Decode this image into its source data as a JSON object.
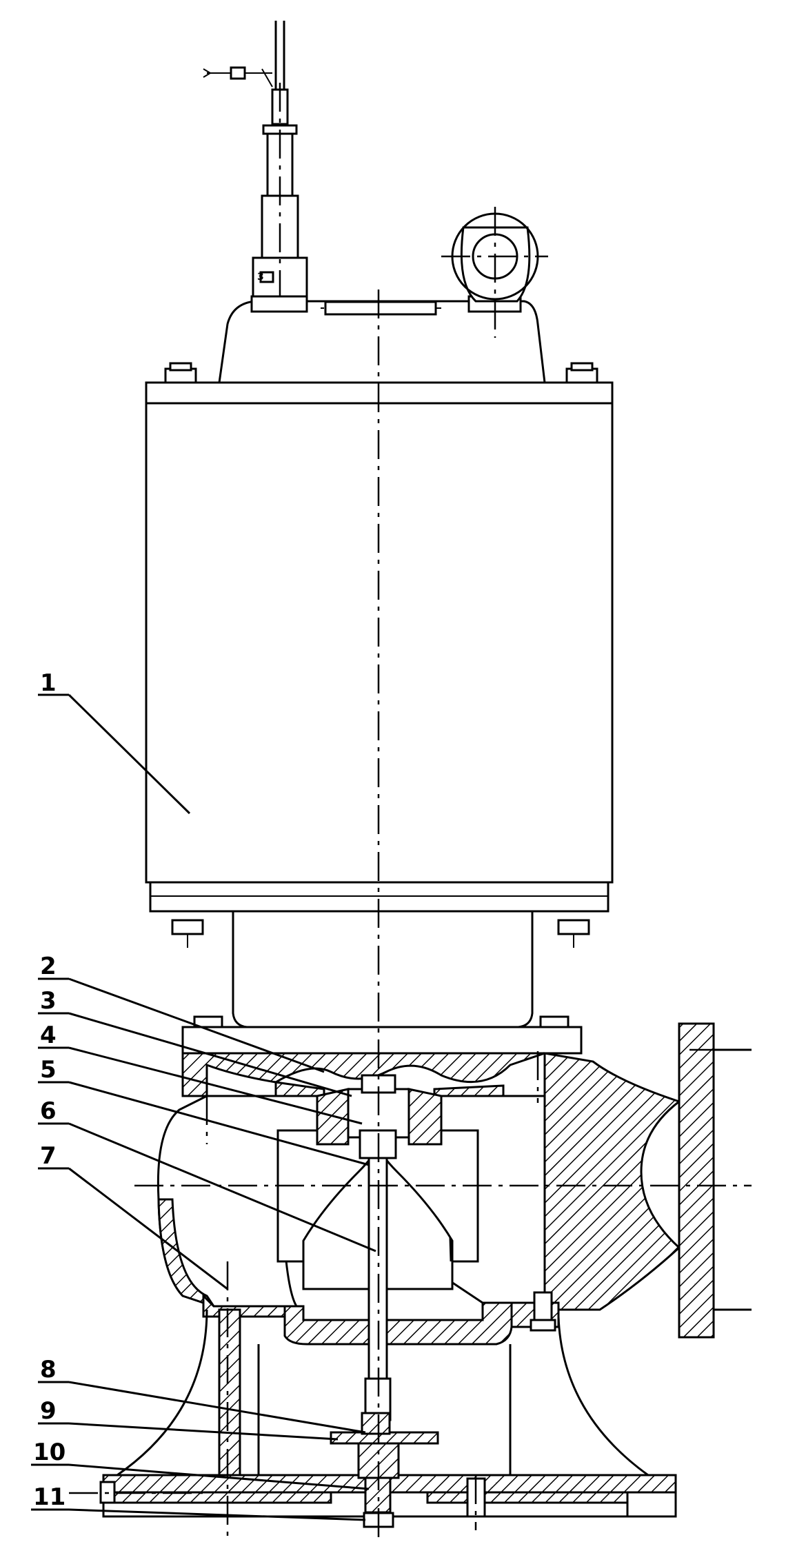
{
  "callouts": [
    {
      "number": "1"
    },
    {
      "number": "2"
    },
    {
      "number": "3"
    },
    {
      "number": "4"
    },
    {
      "number": "5"
    },
    {
      "number": "6"
    },
    {
      "number": "7"
    },
    {
      "number": "8"
    },
    {
      "number": "9"
    },
    {
      "number": "10"
    },
    {
      "number": "11"
    }
  ],
  "colors": {
    "line": "#000000",
    "background": "#ffffff"
  }
}
